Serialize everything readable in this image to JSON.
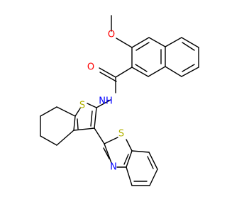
{
  "atom_labels": {
    "methoxy_o": "O",
    "methyl_group": "",
    "carbonyl_o": "O",
    "amide_nh": "NH",
    "thiophene_s": "S",
    "benzothiazole_s": "S",
    "benzothiazole_n": "N"
  },
  "colors": {
    "bond": "#000000",
    "oxygen": "#ff0000",
    "nitrogen": "#0000ff",
    "sulfur": "#b2b200",
    "background": "#ffffff"
  }
}
